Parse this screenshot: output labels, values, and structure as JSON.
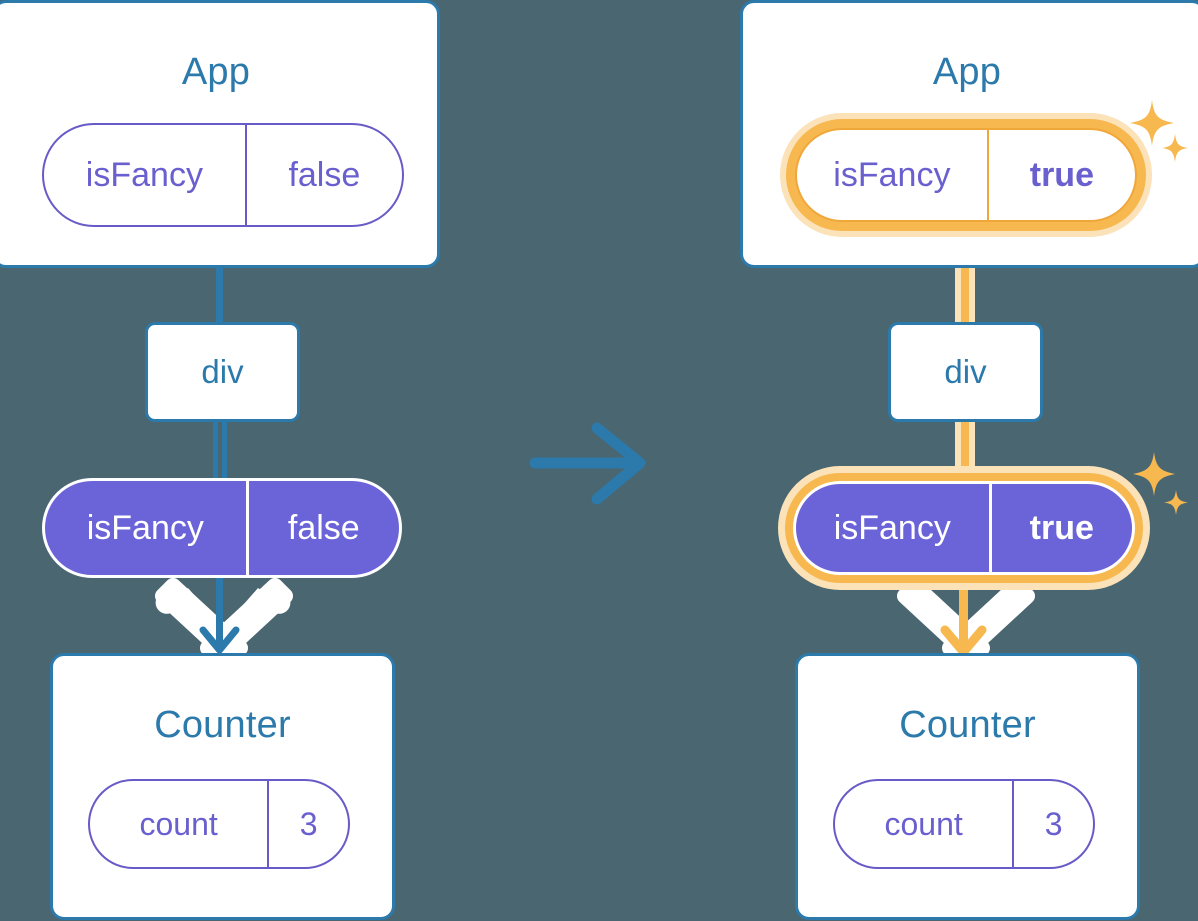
{
  "diagram": {
    "type": "react-state-tree-comparison",
    "background_color": "#4a6670",
    "accent_blue": "#2b7aab",
    "accent_purple": "#6b63d8",
    "accent_purple_outline": "#685bc7",
    "highlight_orange": "#f7b84f",
    "highlight_orange_light": "#fbe2b8",
    "transition_arrow": "right-arrow-icon"
  },
  "panels": [
    {
      "id": "before",
      "app_card": {
        "title": "App"
      },
      "app_pill": {
        "key": "isFancy",
        "value": "false",
        "highlighted": false,
        "style": "outline"
      },
      "div_node": {
        "label": "div"
      },
      "props_pill": {
        "key": "isFancy",
        "value": "false",
        "highlighted": false,
        "style": "solid"
      },
      "counter_card": {
        "title": "Counter"
      },
      "counter_pill": {
        "key": "count",
        "value": "3",
        "highlighted": false,
        "style": "outline"
      }
    },
    {
      "id": "after",
      "app_card": {
        "title": "App"
      },
      "app_pill": {
        "key": "isFancy",
        "value": "true",
        "highlighted": true,
        "style": "outline"
      },
      "div_node": {
        "label": "div"
      },
      "props_pill": {
        "key": "isFancy",
        "value": "true",
        "highlighted": true,
        "style": "solid"
      },
      "counter_card": {
        "title": "Counter"
      },
      "counter_pill": {
        "key": "count",
        "value": "3",
        "highlighted": false,
        "style": "outline"
      }
    }
  ]
}
